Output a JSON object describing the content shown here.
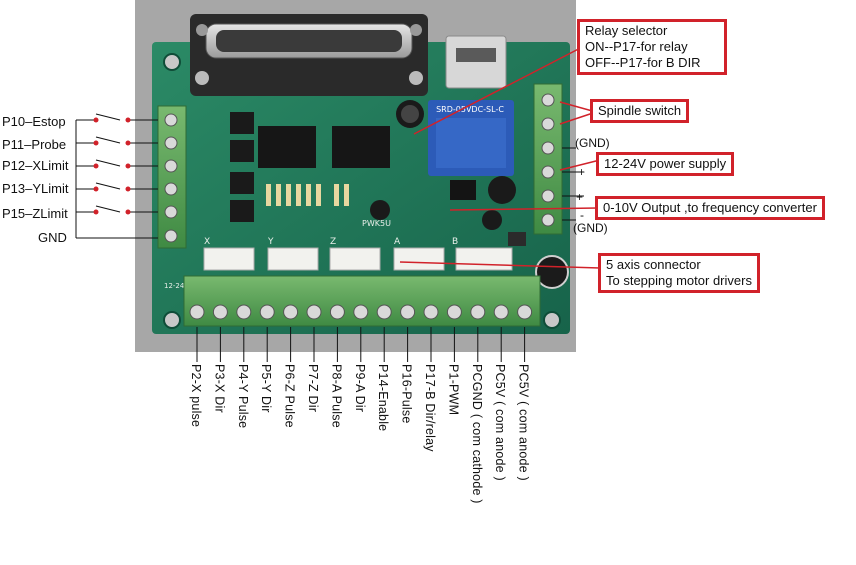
{
  "left_inputs": [
    {
      "label": "P10–Estop"
    },
    {
      "label": "P11–Probe"
    },
    {
      "label": "P12–XLimit"
    },
    {
      "label": "P13–YLimit"
    },
    {
      "label": "P15–ZLimit"
    },
    {
      "label": "GND"
    }
  ],
  "callouts": {
    "relay_selector": [
      "Relay selector",
      "ON--P17-for relay",
      "OFF--P17-for B DIR"
    ],
    "spindle_switch": "Spindle switch",
    "power_supply": "12-24V power supply",
    "output_0_10v": "0-10V Output ,to frequency converter",
    "axis_connector": [
      "5 axis connector",
      "To stepping motor drivers"
    ]
  },
  "right_tags": {
    "gnd_top": "(GND)",
    "plus_1": "+",
    "plus_2": "+",
    "minus": "-",
    "gnd_bottom": "(GND)"
  },
  "bottom_terminals": [
    {
      "label": "P2-X pulse"
    },
    {
      "label": "P3-X Dir"
    },
    {
      "label": "P4-Y Pulse"
    },
    {
      "label": "P5-Y Dir"
    },
    {
      "label": "P6-Z Pulse"
    },
    {
      "label": "P7-Z Dir"
    },
    {
      "label": "P8-A Pulse"
    },
    {
      "label": "P9-A Dir"
    },
    {
      "label": "P14-Enable"
    },
    {
      "label": "P16-Pulse"
    },
    {
      "label": "P17-B Dir/relay"
    },
    {
      "label": "P1-PWM"
    },
    {
      "label": "PCGND ( com cathode )"
    },
    {
      "label": "PC5V ( com anode )"
    },
    {
      "label": "PC5V ( com anode )"
    }
  ],
  "board_text": {
    "header_labels": [
      "X",
      "Y",
      "Z",
      "A",
      "B"
    ],
    "relay_text": "SRD-05VDC-SL-C",
    "board_name": "PWK5U",
    "voltage_mark": "12-24V"
  },
  "colors": {
    "callout_border": "#d1222a",
    "leader_line": "#d1222a",
    "pcb": "#1f7a5a",
    "terminal_green": "#5fa35a",
    "relay_blue": "#2c5bb8"
  }
}
